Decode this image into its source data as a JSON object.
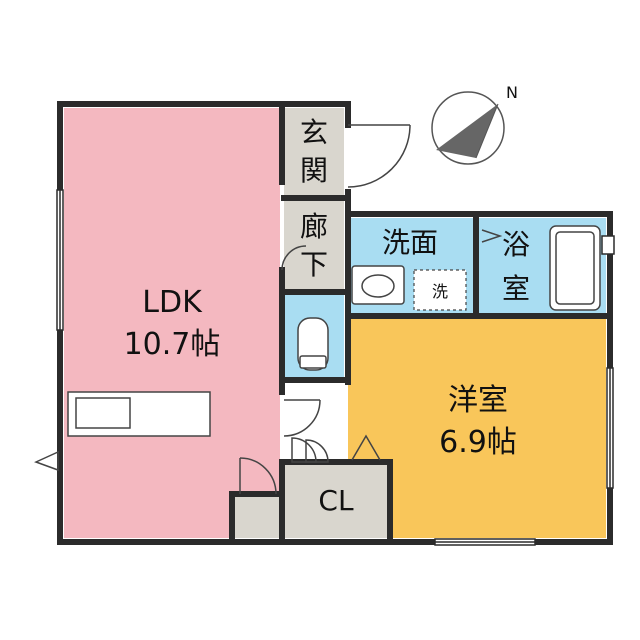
{
  "floorplan": {
    "compass": {
      "north_label": "N"
    },
    "rooms": {
      "ldk": {
        "name": "LDK",
        "size": "10.7帖",
        "color": "#F4B8C0"
      },
      "western": {
        "name": "洋室",
        "size": "6.9帖",
        "color": "#F9C65A"
      },
      "entrance": {
        "label": [
          "玄",
          "関"
        ],
        "color": "#D9D6CE"
      },
      "hallway": {
        "label": [
          "廊",
          "下"
        ],
        "color": "#D9D6CE"
      },
      "washroom": {
        "name": "洗面",
        "color": "#A9DDF2"
      },
      "washer": {
        "label": "洗"
      },
      "bath": {
        "label": [
          "浴",
          "室"
        ],
        "color": "#A9DDF2"
      },
      "closet": {
        "name": "CL",
        "color": "#D9D6CE"
      }
    }
  }
}
